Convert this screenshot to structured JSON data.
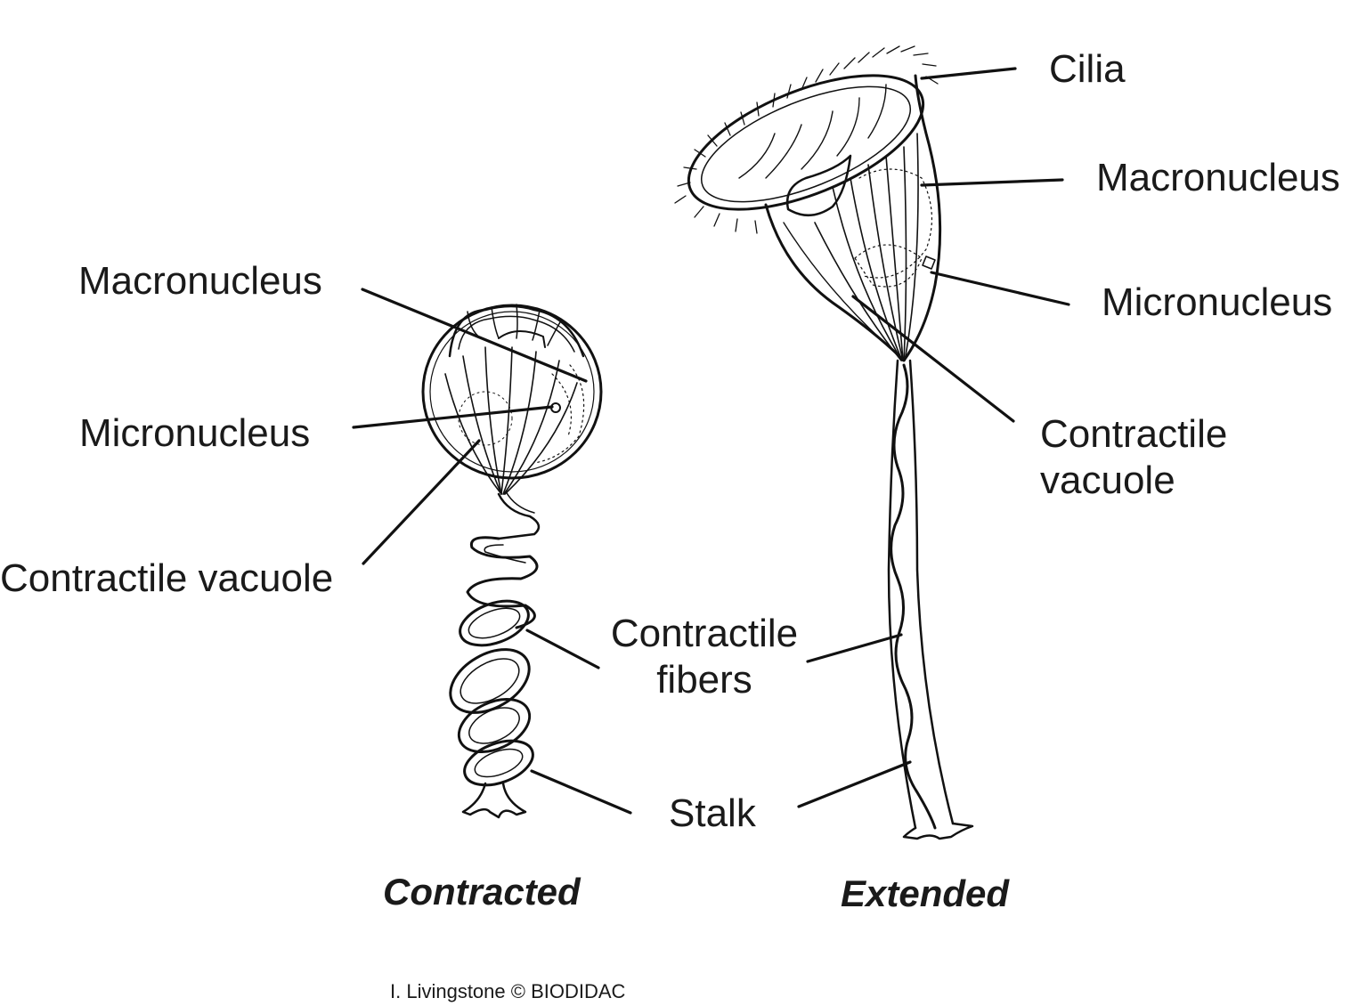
{
  "contracted": {
    "labels": {
      "macronucleus": "Macronucleus",
      "micronucleus": "Micronucleus",
      "contractile_vacuole": "Contractile vacuole"
    },
    "caption": "Contracted"
  },
  "extended": {
    "labels": {
      "cilia": "Cilia",
      "macronucleus": "Macronucleus",
      "micronucleus": "Micronucleus",
      "contractile_vacuole_line1": "Contractile",
      "contractile_vacuole_line2": "vacuole"
    },
    "caption": "Extended"
  },
  "shared": {
    "contractile_fibers_line1": "Contractile",
    "contractile_fibers_line2": "fibers",
    "stalk": "Stalk"
  },
  "credit": "I. Livingstone © BIODIDAC"
}
